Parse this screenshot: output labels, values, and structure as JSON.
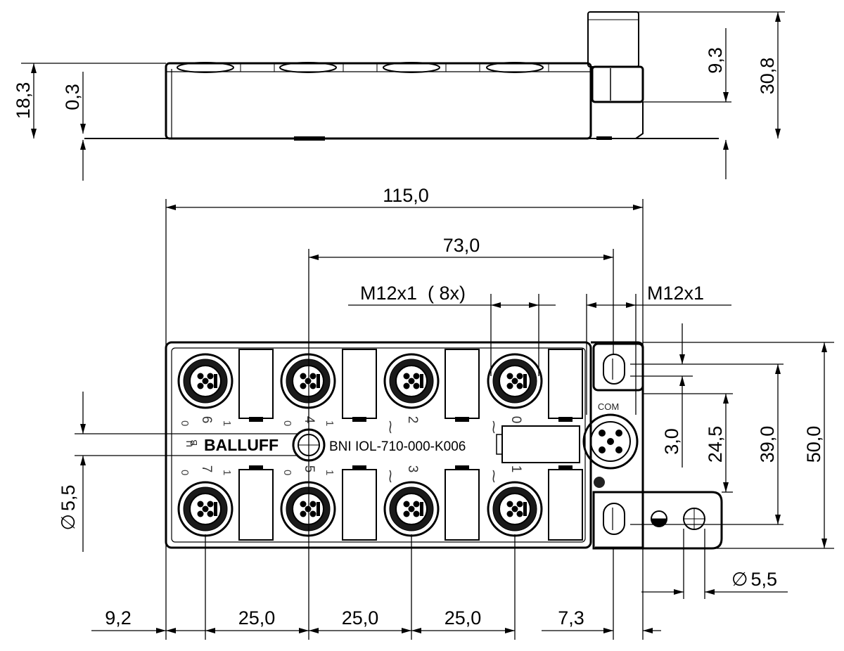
{
  "drawing": {
    "brand": "BALLUFF",
    "model": "BNI IOL-710-000-K006",
    "com_label": "COM",
    "ub_label": "U",
    "ub_sub": "B",
    "ports_top": [
      {
        "number": "6",
        "pin_a": "0",
        "pin_b": "1"
      },
      {
        "number": "4",
        "pin_a": "0",
        "pin_b": "1"
      },
      {
        "number": "2",
        "pin_a": "",
        "pin_b": ""
      },
      {
        "number": "0",
        "pin_a": "",
        "pin_b": ""
      }
    ],
    "ports_bottom": [
      {
        "number": "7",
        "pin_a": "0",
        "pin_b": "1"
      },
      {
        "number": "5",
        "pin_a": "0",
        "pin_b": "1"
      },
      {
        "number": "3",
        "pin_a": "",
        "pin_b": ""
      },
      {
        "number": "1",
        "pin_a": "",
        "pin_b": ""
      }
    ],
    "iolink_symbol": "⁓"
  },
  "dimensions": {
    "height_18_3": "18,3",
    "gap_0_3": "0,3",
    "conn_9_3": "9,3",
    "total_30_8": "30,8",
    "length_115": "115,0",
    "span_73": "73,0",
    "thread_8x": "M12x1  ( 8x)",
    "thread_com": "M12x1",
    "hole_5_5_left": "5,5",
    "hole_3_0": "3,0",
    "span_24_5": "24,5",
    "span_39": "39,0",
    "width_50": "50,0",
    "hole_5_5_right": "5,5",
    "off_9_2": "9,2",
    "pitch_25_a": "25,0",
    "pitch_25_b": "25,0",
    "pitch_25_c": "25,0",
    "off_7_3": "7,3",
    "diameter_symbol": "∅"
  }
}
